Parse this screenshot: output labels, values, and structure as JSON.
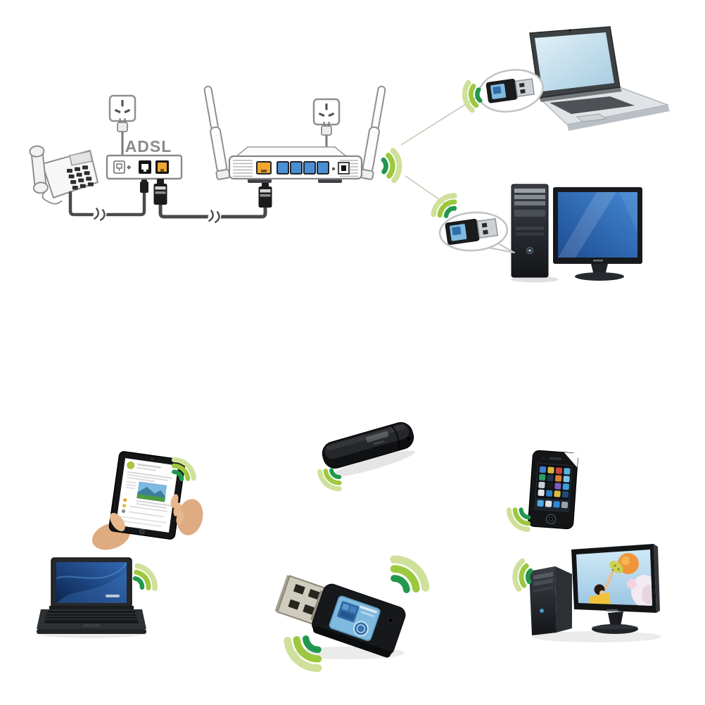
{
  "title": "Wireless ADSL router and mini USB Wi-Fi adapter connection diagram",
  "labels": {
    "adsl": "ADSL"
  },
  "palette": {
    "background": "#ffffff",
    "line_art": "#8b8b8b",
    "cable": "#4a4a4a",
    "thin_link_line": "#c8c8ba",
    "wifi_inner": "#22984d",
    "wifi_mid": "#9cc83e",
    "wifi_outer": "#cfe09b",
    "wan_port_yellow": "#f0a832",
    "lan_port_blue": "#4a8fd4",
    "desktop_screen_blue": "#2f6cb3",
    "laptop_screen_pale_blue": "#c9e2f0",
    "notebook_screen_navy": "#16386e",
    "device_black": "#17181a",
    "adapter_label_blue": "#7fb9de",
    "hand_skin": "#dfab80",
    "balloon_orange": "#f1953c",
    "shirt_yellow": "#f0c23c"
  },
  "devices": {
    "telephone": "telephone",
    "wall_socket_left": "wall power socket",
    "adsl_splitter": "ADSL splitter box",
    "router": "wireless ADSL router",
    "wall_socket_right": "wall power socket",
    "laptop_top": "laptop with mini USB Wi-Fi adapter",
    "desktop_top": "desktop PC with mini USB Wi-Fi adapter",
    "adapter_callout_laptop": "mini USB Wi-Fi adapter callout",
    "adapter_callout_desktop": "mini USB Wi-Fi adapter callout",
    "usb_dongle": "USB Wi-Fi dongle",
    "tablet": "tablet held in hands",
    "notebook_bottom": "notebook computer",
    "mini_adapter": "mini USB Wi-Fi adapter",
    "smartphone": "smartphone",
    "desktop_bottom": "desktop computer with monitor"
  }
}
